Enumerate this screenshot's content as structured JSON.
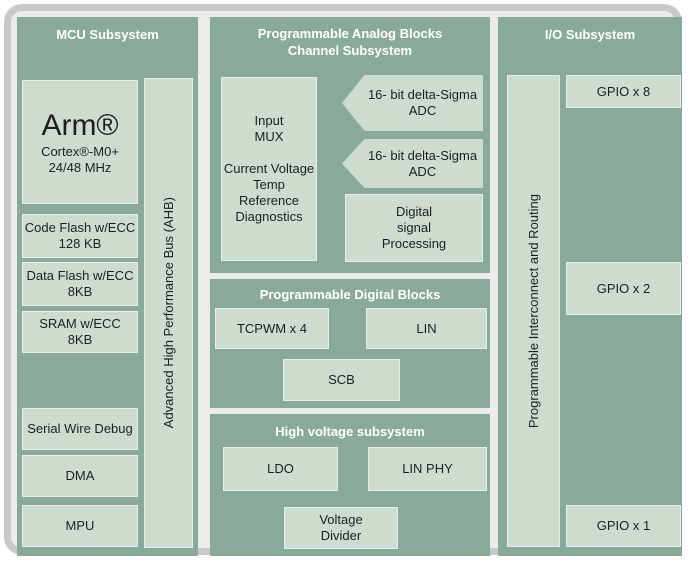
{
  "colors": {
    "panel_green": "#8AAA99",
    "block_fill": "#CEDCD0",
    "block_border": "#E8EEE8",
    "header_text": "#FFFFFF",
    "block_text": "#1E1E1E",
    "frame_border": "#C9C9C9"
  },
  "mcu": {
    "title": "MCU Subsystem",
    "cpu": {
      "name": "Arm®",
      "core": "Cortex®-M0+",
      "freq": "24/48 MHz"
    },
    "memory_blocks": [
      {
        "l1": "Code Flash w/ECC",
        "l2": "128 KB"
      },
      {
        "l1": "Data Flash w/ECC",
        "l2": "8KB"
      },
      {
        "l1": "SRAM w/ECC",
        "l2": "8KB"
      }
    ],
    "debug_blocks": [
      "Serial Wire Debug",
      "DMA",
      "MPU"
    ],
    "bus": "Advanced High Performance Bus (AHB)"
  },
  "analog": {
    "title_line1": "Programmable Analog Blocks",
    "title_line2": "Channel Subsystem",
    "input_mux": {
      "top": [
        "Input",
        "MUX"
      ],
      "bottom": [
        "Current Voltage",
        "Temp",
        "Reference",
        "Diagnostics"
      ]
    },
    "adc1": {
      "l1": "16- bit delta-Sigma",
      "l2": "ADC"
    },
    "adc2": {
      "l1": "16- bit delta-Sigma",
      "l2": "ADC"
    },
    "dsp": [
      "Digital",
      "signal",
      "Processing"
    ]
  },
  "digital": {
    "title": "Programmable Digital Blocks",
    "blocks": [
      "TCPWM x 4",
      "LIN",
      "SCB"
    ]
  },
  "hv": {
    "title": "High voltage subsystem",
    "blocks": [
      "LDO",
      "LIN PHY"
    ],
    "divider": [
      "Voltage",
      "Divider"
    ]
  },
  "io": {
    "title": "I/O Subsystem",
    "routing": "Programmable Interconnect and Routing",
    "gpio": [
      "GPIO x 8",
      "GPIO x 2",
      "GPIO x 1"
    ]
  }
}
